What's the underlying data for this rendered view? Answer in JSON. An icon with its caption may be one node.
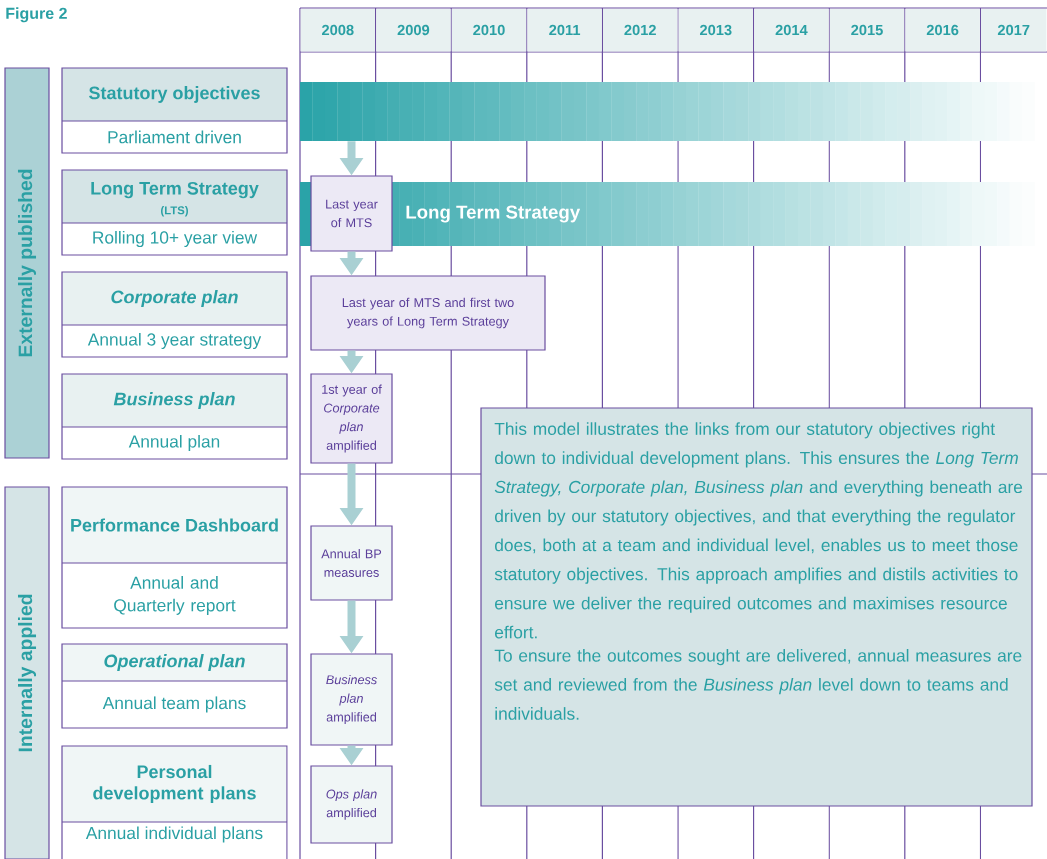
{
  "diagram": {
    "title": "Figure 2",
    "nodes": [
      {
        "text": [
          "Externally published"
        ]
      },
      {
        "text": [
          "Internally applied"
        ]
      },
      {
        "text": [
          "Statutory objectives",
          "Parliament driven"
        ]
      },
      {
        "text": [
          "Long Term Strategy",
          "(LTS)",
          "Rolling 10+ year view"
        ]
      },
      {
        "text": [
          "Corporate plan",
          "Annual 3 year strategy"
        ]
      },
      {
        "text": [
          "Business plan",
          "Annual plan"
        ]
      },
      {
        "text": [
          "Performance Dashboard",
          "Annual and Quarterly report"
        ]
      },
      {
        "text": [
          "Operational plan",
          "Annual team plans"
        ]
      },
      {
        "text": [
          "Personal development plans",
          "Annual individual plans"
        ]
      },
      {
        "text": [],
        "shape": "bar"
      },
      {
        "text": [
          "Long Term Strategy"
        ]
      },
      {
        "text": [
          "Last year of MTS"
        ]
      },
      {
        "text": [
          "Last year of MTS and first two years of Long Term Strategy"
        ]
      },
      {
        "text": [
          "1st year of *Corporate plan* amplified"
        ]
      },
      {
        "text": [
          "Annual BP measures"
        ]
      },
      {
        "text": [
          "*Business plan* amplified"
        ]
      },
      {
        "text": [
          "*Ops plan* amplified"
        ]
      },
      {
        "text": [
          "This model illustrates the links from our statutory objectives right down to individual development plans. This ensures the *Long Term Strategy, Corporate plan, Business plan* and everything beneath are driven by our statutory objectives, and that everything the regulator does, both at a team and individual level, enables us to meet those statutory objectives. This approach amplifies and distils activities to ensure we deliver the required outcomes and maximises resource effort.",
          "To ensure the outcomes sought are delivered, annual measures are set and reviewed from the *Business plan* level down to teams and individuals."
        ]
      }
    ],
    "edges": [
      {
        "from": 9,
        "to": 11,
        "arrow": "to"
      },
      {
        "from": 11,
        "to": 12,
        "arrow": "to"
      },
      {
        "from": 12,
        "to": 13,
        "arrow": "to"
      },
      {
        "from": 13,
        "to": 14,
        "arrow": "to"
      },
      {
        "from": 14,
        "to": 15,
        "arrow": "to"
      },
      {
        "from": 15,
        "to": 16,
        "arrow": "to"
      }
    ],
    "labels": [
      "2008",
      "2009",
      "2010",
      "2011",
      "2012",
      "2013",
      "2014",
      "2015",
      "2016",
      "2017"
    ]
  }
}
